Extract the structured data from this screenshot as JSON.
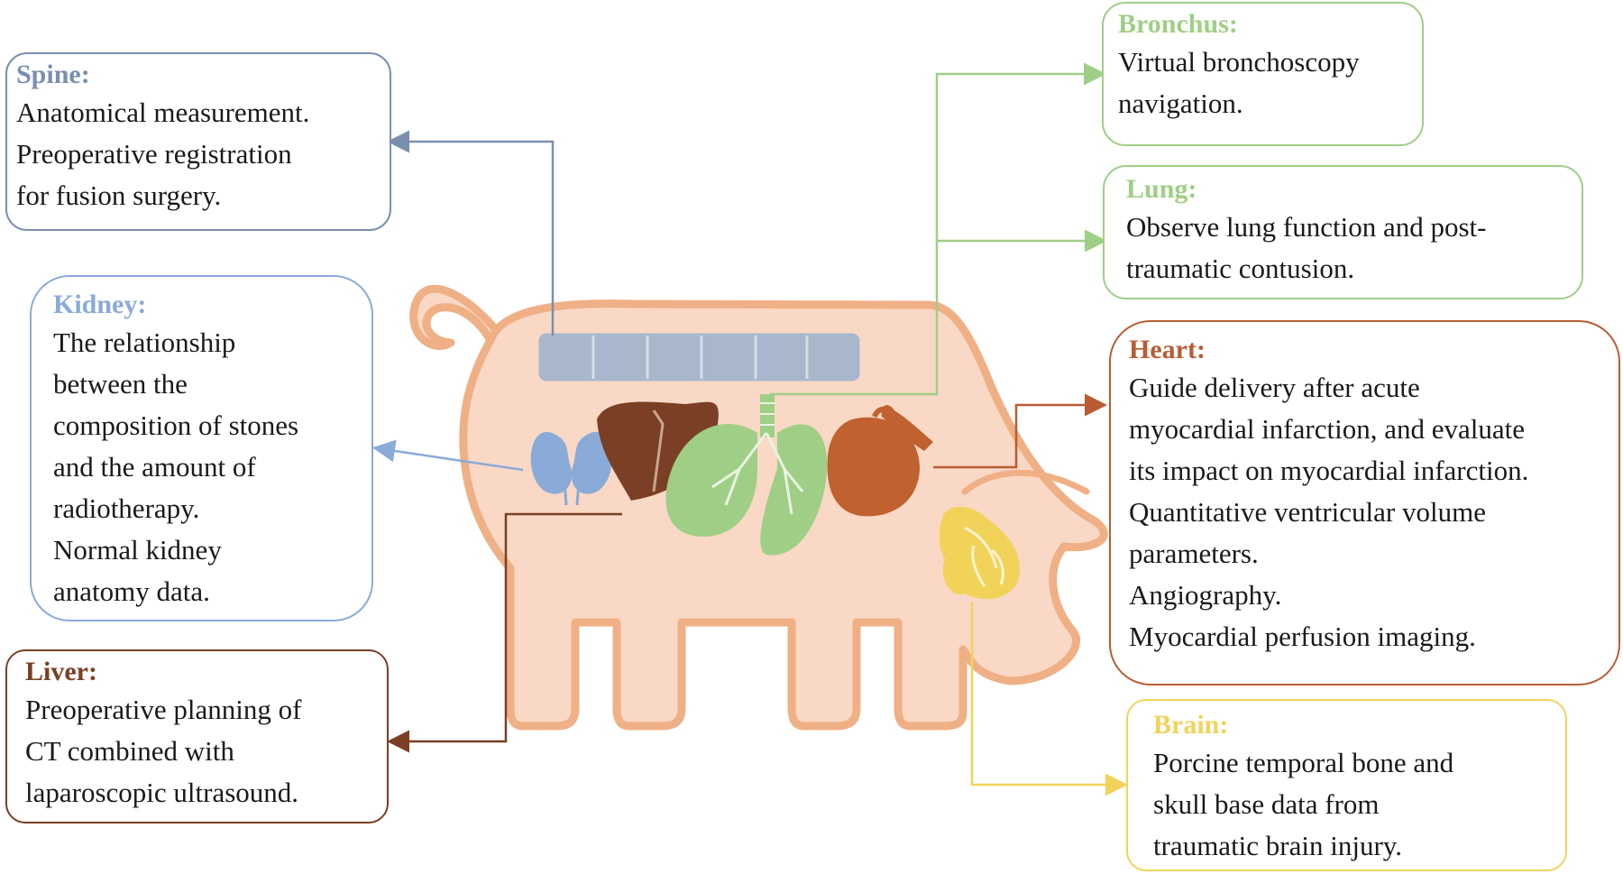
{
  "colors": {
    "spine": "#7a8fb0",
    "kidney": "#8aaad8",
    "liver": "#7a3f24",
    "bronchus": "#9fcf86",
    "lung": "#9fcf86",
    "heart": "#b85c32",
    "brain": "#f2d35a",
    "pig_fill": "#f9d8c5",
    "pig_outline": "#f0b085"
  },
  "boxes": {
    "spine": {
      "title": "Spine:",
      "lines": [
        "Anatomical measurement.",
        "Preoperative registration",
        "for fusion surgery."
      ]
    },
    "kidney": {
      "title": "Kidney:",
      "lines": [
        "The relationship",
        "between the",
        "composition of stones",
        "and the amount of",
        "radiotherapy.",
        "Normal kidney",
        "anatomy data."
      ]
    },
    "liver": {
      "title": "Liver:",
      "lines": [
        "Preoperative planning of",
        "CT combined with",
        "laparoscopic ultrasound."
      ]
    },
    "bronchus": {
      "title": "Bronchus:",
      "lines": [
        "Virtual bronchoscopy",
        "navigation."
      ]
    },
    "lung": {
      "title": "Lung:",
      "lines": [
        "Observe lung function and post-",
        "traumatic contusion."
      ]
    },
    "heart": {
      "title": "Heart:",
      "lines": [
        "Guide delivery after acute",
        "myocardial infarction, and evaluate",
        "its impact on myocardial infarction.",
        "Quantitative ventricular volume",
        "parameters.",
        "Angiography.",
        "Myocardial perfusion imaging."
      ]
    },
    "brain": {
      "title": "Brain:",
      "lines": [
        "Porcine temporal bone and",
        "skull base data from",
        "traumatic brain injury."
      ]
    }
  }
}
